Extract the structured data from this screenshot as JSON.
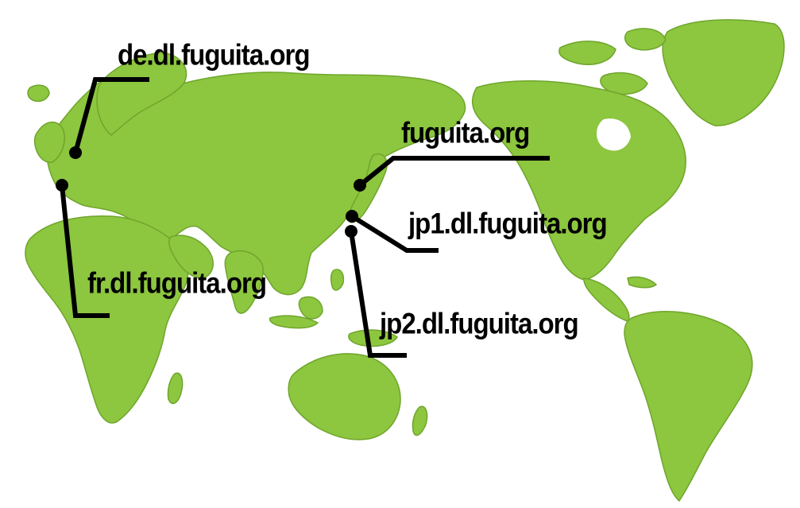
{
  "map": {
    "land_color": "#8dc63f",
    "marker_color": "#000000",
    "servers": [
      {
        "id": "de",
        "host": "de.dl.fuguita.org"
      },
      {
        "id": "fr",
        "host": "fr.dl.fuguita.org"
      },
      {
        "id": "main",
        "host": "fuguita.org"
      },
      {
        "id": "jp1",
        "host": "jp1.dl.fuguita.org"
      },
      {
        "id": "jp2",
        "host": "jp2.dl.fuguita.org"
      }
    ]
  }
}
